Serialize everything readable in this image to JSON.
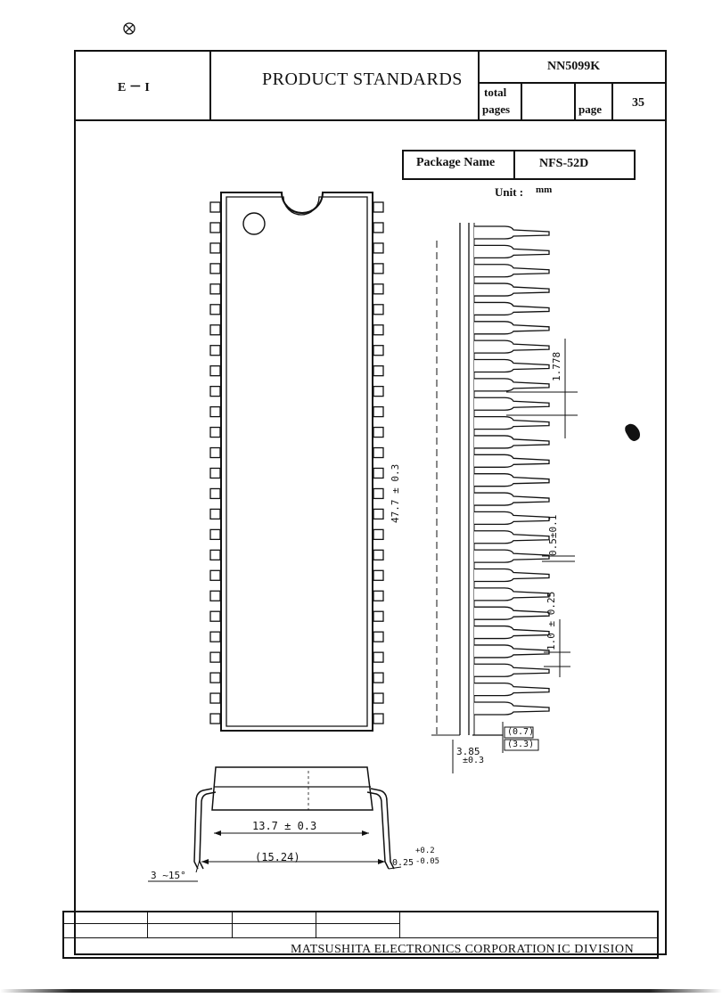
{
  "header": {
    "section": "E － I",
    "title": "PRODUCT STANDARDS",
    "part_number": "NN5099K",
    "total_pages_label_1": "total",
    "total_pages_label_2": "pages",
    "total_pages_value": "",
    "page_label": "page",
    "page_value": "35"
  },
  "package": {
    "name_label": "Package Name",
    "name_value": "NFS-52D",
    "unit_label": "Unit :",
    "unit_value": "mm"
  },
  "dimensions": {
    "body_length": "47.7 ± 0.3",
    "pitch": "1.778",
    "lead_width": "0.5±0.1",
    "lead_shoulder": "1.0 ± 0.25",
    "lead_tip": "(0.7)",
    "standoff": "(3.3)",
    "body_height_1": "3.85",
    "body_height_2": "±0.3",
    "body_width": "13.7 ± 0.3",
    "row_spacing": "(15.24)",
    "lead_thickness": "0.25",
    "lead_thickness_tol_plus": "+0.2",
    "lead_thickness_tol_minus": "-0.05",
    "lead_angle": "3 ~15°"
  },
  "footer": {
    "company": "MATSUSHITA ELECTRONICS CORPORATION",
    "division": "IC DIVISION"
  }
}
